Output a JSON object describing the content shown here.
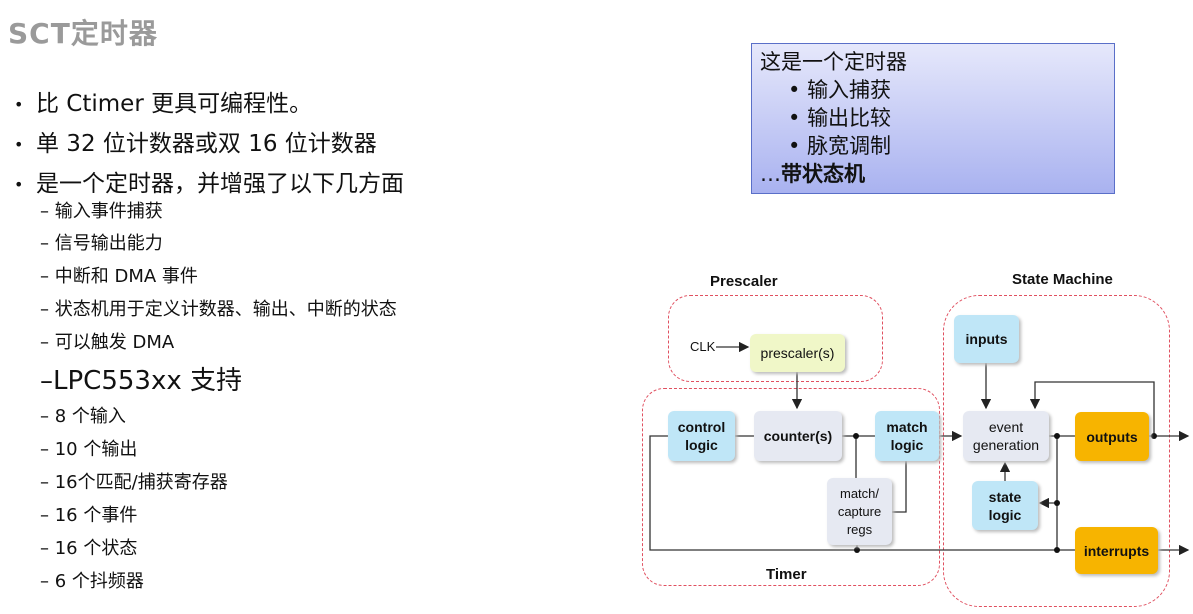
{
  "title": "SCT定时器",
  "bullets": [
    "比 Ctimer 更具可编程性。",
    "单 32 位计数器或双 16 位计数器",
    "是一个定时器，并增强了以下几方面"
  ],
  "sub": [
    "输入事件捕获",
    "信号输出能力",
    "中断和 DMA 事件",
    "状态机用于定义计数器、输出、中断的状态",
    "可以触发 DMA",
    "LPC553xx 支持",
    "8 个输入",
    "10 个输出",
    "16个匹配/捕获寄存器",
    "16 个事件",
    "16 个状态",
    "6 个抖频器"
  ],
  "callout": {
    "heading": "这是一个定时器",
    "items": [
      "输入捕获",
      "输出比较",
      "脉宽调制"
    ],
    "ellipsis": "…",
    "footer": "带状态机"
  },
  "diagram": {
    "prescaler_label": "Prescaler",
    "timer_label": "Timer",
    "state_machine_label": "State Machine",
    "clk": "CLK",
    "prescaler": "prescaler(s)",
    "control_logic": "control logic",
    "counter": "counter(s)",
    "match_logic": "match logic",
    "match_capture": "match/ capture regs",
    "inputs": "inputs",
    "event_generation": "event generation",
    "outputs": "outputs",
    "state_logic": "state logic",
    "interrupts": "interrupts"
  }
}
